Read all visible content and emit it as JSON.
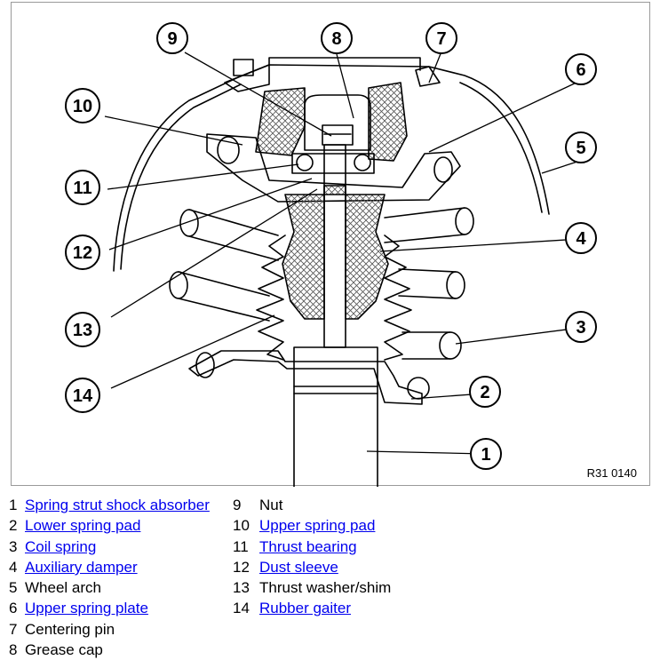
{
  "figure": {
    "code": "R31 0140",
    "callouts": [
      "1",
      "2",
      "3",
      "4",
      "5",
      "6",
      "7",
      "8",
      "9",
      "10",
      "11",
      "12",
      "13",
      "14"
    ]
  },
  "legend": {
    "left": [
      {
        "num": "1",
        "label": "Spring strut shock absorber",
        "link": true
      },
      {
        "num": "2",
        "label": "Lower spring pad",
        "link": true
      },
      {
        "num": "3",
        "label": "Coil spring",
        "link": true
      },
      {
        "num": "4",
        "label": "Auxiliary damper",
        "link": true
      },
      {
        "num": "5",
        "label": "Wheel arch",
        "link": false
      },
      {
        "num": "6",
        "label": "Upper spring plate",
        "link": true
      },
      {
        "num": "7",
        "label": "Centering pin",
        "link": false
      },
      {
        "num": "8",
        "label": "Grease cap",
        "link": false
      }
    ],
    "right": [
      {
        "num": "9",
        "label": "Nut",
        "link": false
      },
      {
        "num": "10",
        "label": "Upper spring pad",
        "link": true
      },
      {
        "num": "11",
        "label": "Thrust bearing",
        "link": true
      },
      {
        "num": "12",
        "label": "Dust sleeve",
        "link": true
      },
      {
        "num": "13",
        "label": "Thrust washer/shim",
        "link": false
      },
      {
        "num": "14",
        "label": "Rubber gaiter",
        "link": true
      }
    ]
  },
  "colors": {
    "link": "#0000ee",
    "line": "#000000",
    "hatch": "#666666"
  }
}
